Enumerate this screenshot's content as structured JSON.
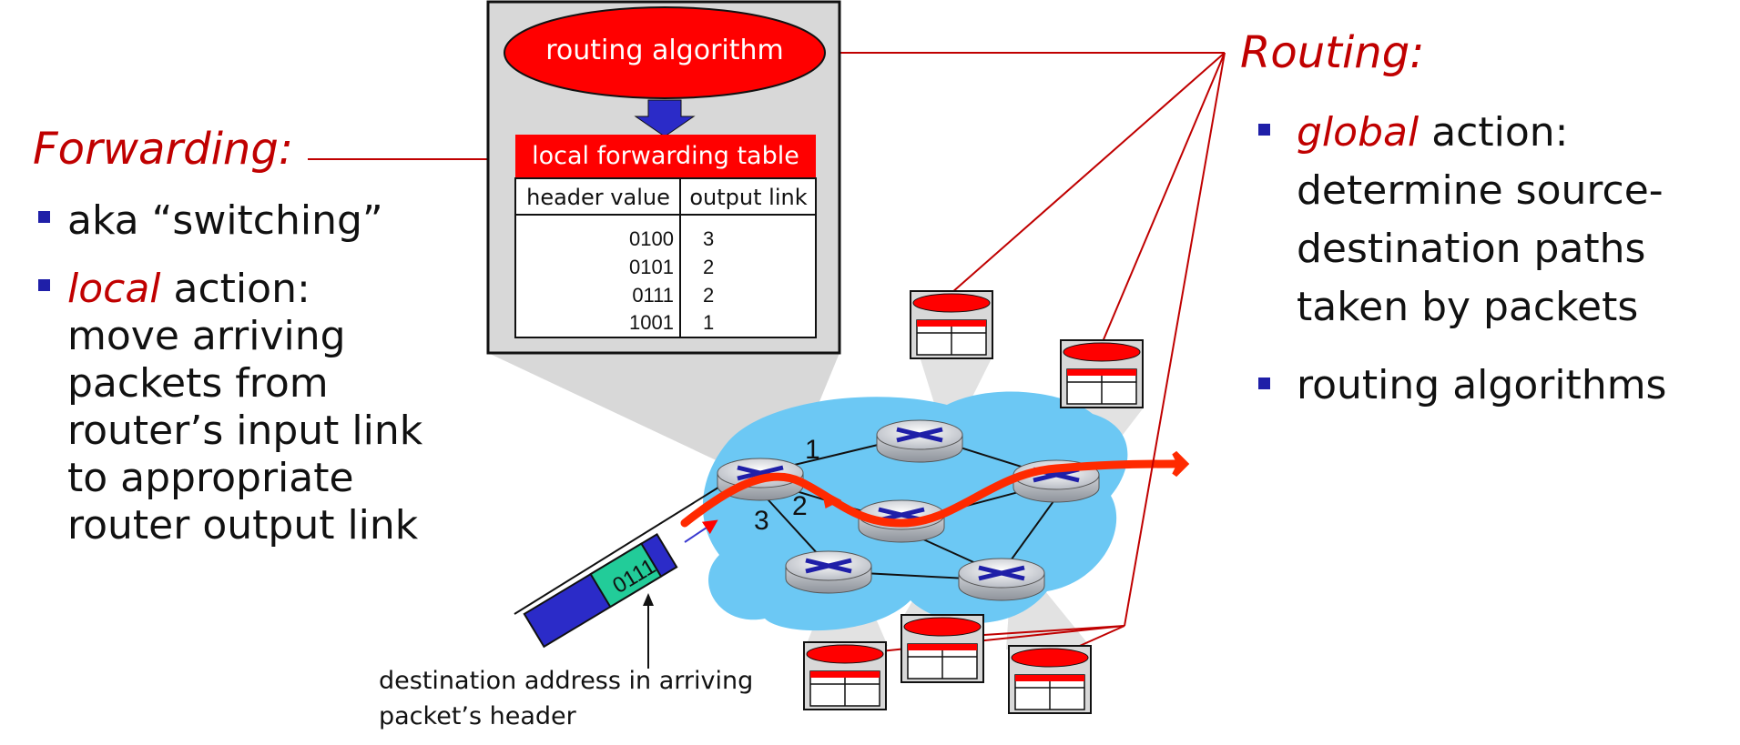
{
  "forwarding": {
    "heading": "Forwarding:",
    "bullet1": "aka “switching”",
    "bullet2_em": "local",
    "bullet2_rest": " action:",
    "bullet2_lines": [
      "move arriving",
      "packets from",
      "router’s input link",
      "to appropriate",
      "router output link"
    ]
  },
  "routing": {
    "heading": "Routing:",
    "bullet1_em": "global",
    "bullet1_rest": " action:",
    "bullet1_lines": [
      "determine source-",
      "destination paths",
      "taken by packets"
    ],
    "bullet2": "routing algorithms"
  },
  "router_box": {
    "algorithm_label": "routing algorithm",
    "table_title": "local forwarding table",
    "col_header_value": "header value",
    "col_output_link": "output link",
    "rows": [
      {
        "header": "0100",
        "link": "3"
      },
      {
        "header": "0101",
        "link": "2"
      },
      {
        "header": "0111",
        "link": "2"
      },
      {
        "header": "1001",
        "link": "1"
      }
    ]
  },
  "network": {
    "port_labels": [
      "1",
      "2",
      "3"
    ],
    "packet_header": "0111",
    "caption_line1": "destination address in arriving",
    "caption_line2": "packet’s header"
  },
  "colors": {
    "accent_red": "#c00000",
    "bright_red": "#ff0000",
    "bullet_blue": "#1f1fa8",
    "network_blue": "#6cc8f4",
    "packet_green": "#22cc99",
    "packet_blue": "#2b2bc8"
  }
}
